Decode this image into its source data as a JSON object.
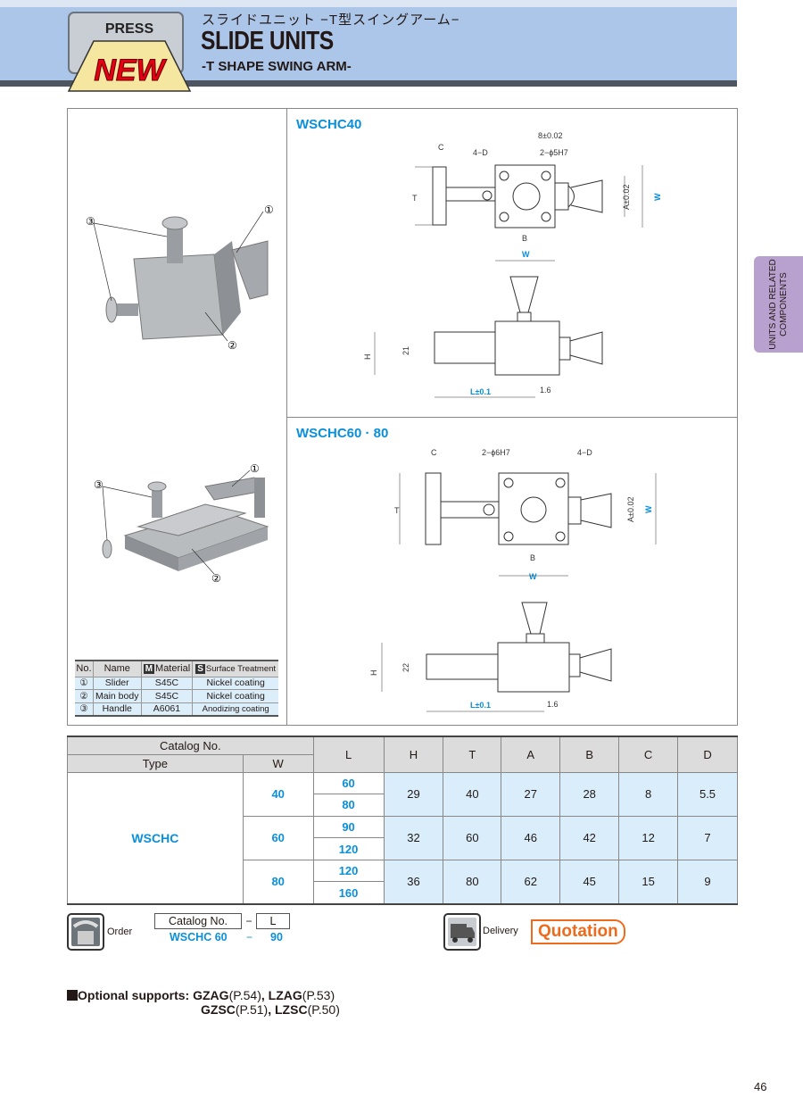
{
  "header": {
    "japanese_title": "スライドユニット −T型スイングアーム−",
    "title": "SLIDE UNITS",
    "subtitle": "-T SHAPE SWING ARM-",
    "badge_top": "PRESS",
    "badge_main": "NEW"
  },
  "side_tab": {
    "line1": "UNITS AND RELATED",
    "line2": "COMPONENTS"
  },
  "drawings": {
    "wschc40": {
      "title": "WSCHC40",
      "labels": {
        "dim8": "8±0.02",
        "c": "C",
        "d": "4−D",
        "hole": "2−ϕ5H7",
        "t": "T",
        "a": "A±0.02",
        "w_side": "W",
        "b": "B",
        "w": "W",
        "h": "H",
        "h21": "21",
        "l": "L±0.1",
        "rough": "1.6"
      }
    },
    "wschc60": {
      "title": "WSCHC60 · 80",
      "labels": {
        "c": "C",
        "hole": "2−ϕ6H7",
        "d": "4−D",
        "t": "T",
        "a": "A±0.02",
        "w_side": "W",
        "b": "B",
        "w": "W",
        "h": "H",
        "h22": "22",
        "l": "L±0.1",
        "rough": "1.6"
      }
    },
    "callouts": [
      "①",
      "②",
      "③"
    ]
  },
  "materials": {
    "headers": {
      "no": "No.",
      "name": "Name",
      "mat_mark": "M",
      "material": "Material",
      "surf_mark": "S",
      "surface": "Surface Treatment"
    },
    "rows": [
      {
        "no": "①",
        "name": "Slider",
        "material": "S45C",
        "surface": "Nickel coating"
      },
      {
        "no": "②",
        "name": "Main body",
        "material": "S45C",
        "surface": "Nickel coating"
      },
      {
        "no": "③",
        "name": "Handle",
        "material": "A6061",
        "surface": "Anodizing coating"
      }
    ]
  },
  "spec": {
    "headers": {
      "catalog": "Catalog No.",
      "type": "Type",
      "w": "W",
      "l": "L",
      "h": "H",
      "t": "T",
      "a": "A",
      "b": "B",
      "c": "C",
      "d": "D"
    },
    "type": "WSCHC",
    "groups": [
      {
        "w": "40",
        "l": [
          "60",
          "80"
        ],
        "h": "29",
        "t": "40",
        "a": "27",
        "b": "28",
        "c": "8",
        "d": "5.5"
      },
      {
        "w": "60",
        "l": [
          "90",
          "120"
        ],
        "h": "32",
        "t": "60",
        "a": "46",
        "b": "42",
        "c": "12",
        "d": "7"
      },
      {
        "w": "80",
        "l": [
          "120",
          "160"
        ],
        "h": "36",
        "t": "80",
        "a": "62",
        "b": "45",
        "c": "15",
        "d": "9"
      }
    ]
  },
  "order": {
    "label": "Order",
    "catalog_box": "Catalog  No.",
    "dash": "−",
    "l_box": "L",
    "example_catalog": "WSCHC 60",
    "example_dash": "−",
    "example_l": "90"
  },
  "delivery": {
    "label": "Delivery",
    "value": "Quotation"
  },
  "optional": {
    "prefix": "Optional supports:",
    "items1": [
      {
        "code": "GZAG",
        "page": "(P.54)"
      },
      {
        "code": "LZAG",
        "page": "(P.53)"
      }
    ],
    "items2": [
      {
        "code": "GZSC",
        "page": "(P.51)"
      },
      {
        "code": "LZSC",
        "page": "(P.50)"
      }
    ]
  },
  "page_number": "46"
}
